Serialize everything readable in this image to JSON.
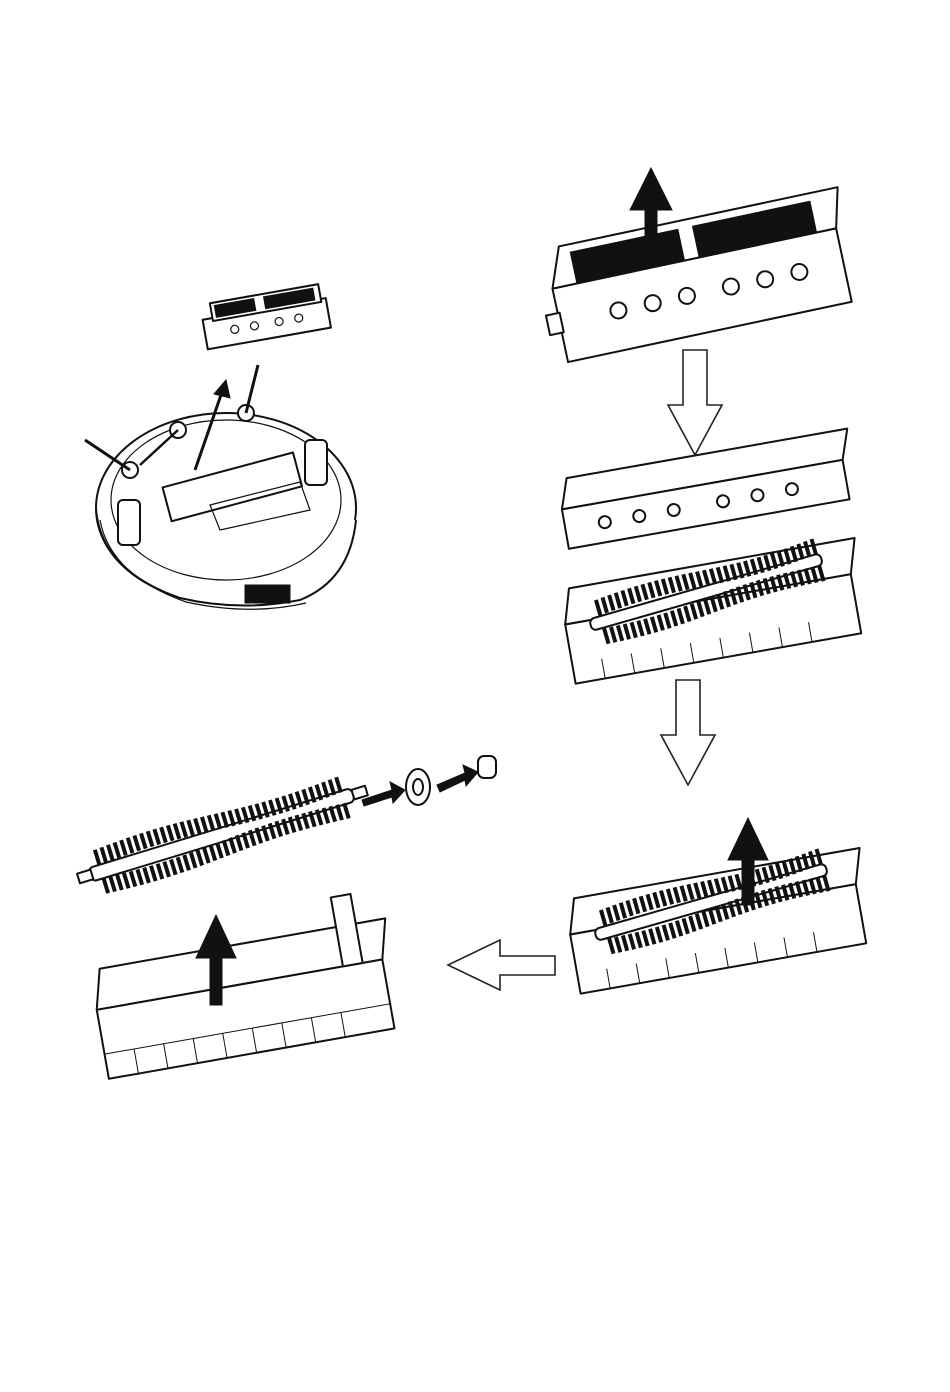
{
  "colors": {
    "background": "#ffffff",
    "line": "#111111",
    "bristle": "#111111"
  },
  "steps": [
    {
      "id": 1,
      "icon": "robot-vacuum-underside-icon"
    },
    {
      "id": 2,
      "icon": "brush-cover-lift-icon"
    },
    {
      "id": 3,
      "icon": "cover-separated-from-brush-housing-icon"
    },
    {
      "id": 4,
      "icon": "brush-lift-from-housing-icon"
    },
    {
      "id": 5,
      "icon": "empty-housing-icon"
    },
    {
      "id": 6,
      "icon": "brush-end-cap-removal-icon"
    }
  ]
}
